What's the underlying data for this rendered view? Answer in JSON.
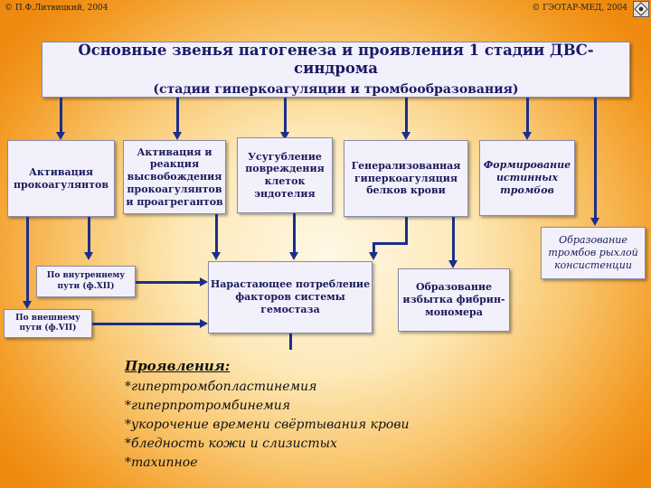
{
  "header": {
    "left_note": "© П.Ф.Литвицкий, 2004",
    "right_note": "© ГЭОТАР-МЕД, 2004"
  },
  "title": {
    "main": "Основные звенья патогенеза и проявления 1 стадии ДВС-синдрома",
    "sub": "(стадии гиперкоагуляции и тромбообразования)"
  },
  "boxes": {
    "activation_procoag": "Активация прокоагулянтов",
    "activation_release": "Активация и реакция высвобождения прокоагулянтов и проагрегантов",
    "endothelium_damage": "Усугубление повреждения клеток эндотелия",
    "hypercoagulation": "Генерализованная гиперкоагуляция белков крови",
    "true_thrombi": "Формирование истинных тромбов",
    "loose_thrombi": "Образование тромбов рыхлой консистенции",
    "intrinsic_path": "По внутреннему пути (ф.XII)",
    "extrinsic_path": "По внешнему пути (ф.VII)",
    "consumption": "Нарастающее потребление факторов системы гемостаза",
    "fibrin_monomer": "Образование избытка фибрин-мономера"
  },
  "manifestations": {
    "heading": "Проявления:",
    "items": [
      "*гипертромбопластинемия",
      "*гиперпротромбинемия",
      "*укорочение времени свёртывания крови",
      "*бледность кожи и слизистых",
      "*тахипное"
    ]
  },
  "colors": {
    "arrow": "#1a2e8a",
    "box_fill": "#f2f0fb",
    "text": "#1a1a5a"
  },
  "icons": [
    "logo-icon"
  ]
}
